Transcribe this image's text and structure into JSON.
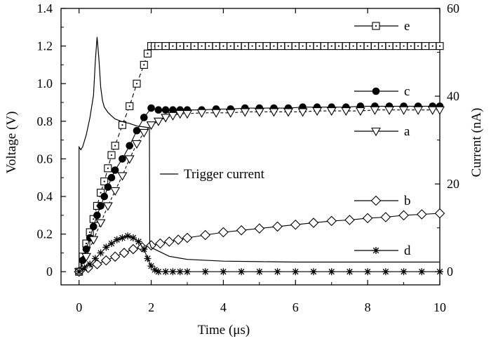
{
  "chart_data": {
    "type": "line",
    "title": "",
    "xlabel": "Time (μs)",
    "ylabel": "Voltage (V)",
    "y2label": "Current (nA)",
    "xlim": [
      -0.5,
      10
    ],
    "ylim": [
      -0.07,
      1.4
    ],
    "y2lim": [
      -3,
      60
    ],
    "xticks": [
      "0",
      "2",
      "4",
      "6",
      "8",
      "10"
    ],
    "xtick_values": [
      0,
      2,
      4,
      6,
      8,
      10
    ],
    "yticks": [
      "0",
      "0.2",
      "0.4",
      "0.6",
      "0.8",
      "1.0",
      "1.2",
      "1.4"
    ],
    "ytick_values": [
      0,
      0.2,
      0.4,
      0.6,
      0.8,
      1.0,
      1.2,
      1.4
    ],
    "y2ticks": [
      "0",
      "20",
      "40",
      "60"
    ],
    "y2tick_values": [
      0,
      20,
      40,
      60
    ],
    "grid": false,
    "legend_placement": "right",
    "series": [
      {
        "name": "e",
        "marker": "square-dot",
        "axis": "left",
        "x": [
          0,
          0.1,
          0.2,
          0.3,
          0.4,
          0.5,
          0.6,
          0.7,
          0.8,
          0.9,
          1.0,
          1.2,
          1.4,
          1.6,
          1.8,
          1.9,
          2.0,
          2.1,
          2.2,
          2.4,
          2.6,
          2.8,
          3.0,
          3.2,
          3.4,
          3.6,
          3.8,
          4.0,
          4.2,
          4.4,
          4.6,
          4.8,
          5.0,
          5.2,
          5.4,
          5.6,
          5.8,
          6.0,
          6.2,
          6.4,
          6.6,
          6.8,
          7.0,
          7.2,
          7.4,
          7.6,
          7.8,
          8.0,
          8.2,
          8.4,
          8.6,
          8.8,
          9.0,
          9.2,
          9.4,
          9.6,
          9.8,
          10.0
        ],
        "y": [
          0.0,
          0.08,
          0.15,
          0.21,
          0.28,
          0.35,
          0.42,
          0.48,
          0.55,
          0.62,
          0.67,
          0.78,
          0.88,
          1.0,
          1.1,
          1.16,
          1.2,
          1.2,
          1.2,
          1.2,
          1.2,
          1.2,
          1.2,
          1.2,
          1.2,
          1.2,
          1.2,
          1.2,
          1.2,
          1.2,
          1.2,
          1.2,
          1.2,
          1.2,
          1.2,
          1.2,
          1.2,
          1.2,
          1.2,
          1.2,
          1.2,
          1.2,
          1.2,
          1.2,
          1.2,
          1.2,
          1.2,
          1.2,
          1.2,
          1.2,
          1.2,
          1.2,
          1.2,
          1.2,
          1.2,
          1.2,
          1.2,
          1.2
        ]
      },
      {
        "name": "c",
        "marker": "filled-circle",
        "axis": "left",
        "x": [
          0,
          0.1,
          0.2,
          0.3,
          0.4,
          0.5,
          0.6,
          0.7,
          0.8,
          0.9,
          1.0,
          1.2,
          1.4,
          1.6,
          1.8,
          2.0,
          2.2,
          2.4,
          2.6,
          2.8,
          3.0,
          3.4,
          3.8,
          4.2,
          4.6,
          5.0,
          5.4,
          5.8,
          6.2,
          6.6,
          7.0,
          7.4,
          7.8,
          8.2,
          8.6,
          9.0,
          9.4,
          9.8,
          10.0
        ],
        "y": [
          0.0,
          0.06,
          0.12,
          0.18,
          0.24,
          0.3,
          0.35,
          0.4,
          0.45,
          0.5,
          0.54,
          0.6,
          0.67,
          0.75,
          0.82,
          0.87,
          0.86,
          0.86,
          0.86,
          0.86,
          0.86,
          0.86,
          0.865,
          0.865,
          0.87,
          0.87,
          0.87,
          0.87,
          0.875,
          0.875,
          0.875,
          0.875,
          0.88,
          0.88,
          0.88,
          0.88,
          0.88,
          0.88,
          0.88
        ]
      },
      {
        "name": "a",
        "marker": "down-triangle",
        "axis": "left",
        "x": [
          0,
          0.2,
          0.4,
          0.6,
          0.8,
          1.0,
          1.2,
          1.4,
          1.6,
          1.8,
          2.0,
          2.2,
          2.4,
          2.6,
          2.8,
          3.0,
          3.4,
          3.8,
          4.2,
          4.6,
          5.0,
          5.4,
          5.8,
          6.2,
          6.6,
          7.0,
          7.4,
          7.8,
          8.2,
          8.6,
          9.0,
          9.4,
          9.8,
          10.0
        ],
        "y": [
          0.0,
          0.08,
          0.17,
          0.26,
          0.35,
          0.43,
          0.51,
          0.6,
          0.68,
          0.74,
          0.78,
          0.8,
          0.82,
          0.83,
          0.84,
          0.84,
          0.845,
          0.845,
          0.845,
          0.85,
          0.85,
          0.85,
          0.85,
          0.85,
          0.855,
          0.855,
          0.855,
          0.855,
          0.86,
          0.86,
          0.86,
          0.86,
          0.86,
          0.86
        ]
      },
      {
        "name": "b",
        "marker": "diamond",
        "axis": "left",
        "x": [
          0,
          0.25,
          0.5,
          0.75,
          1.0,
          1.25,
          1.5,
          1.75,
          2.0,
          2.25,
          2.5,
          2.75,
          3.0,
          3.5,
          4.0,
          4.5,
          5.0,
          5.5,
          6.0,
          6.5,
          7.0,
          7.5,
          8.0,
          8.5,
          9.0,
          9.5,
          10.0
        ],
        "y": [
          0.0,
          0.02,
          0.04,
          0.06,
          0.08,
          0.1,
          0.12,
          0.13,
          0.14,
          0.15,
          0.16,
          0.17,
          0.18,
          0.195,
          0.21,
          0.22,
          0.23,
          0.24,
          0.25,
          0.26,
          0.27,
          0.275,
          0.285,
          0.29,
          0.3,
          0.305,
          0.31
        ]
      },
      {
        "name": "d",
        "marker": "asterisk",
        "axis": "left",
        "x": [
          0,
          0.15,
          0.3,
          0.45,
          0.6,
          0.75,
          0.9,
          1.05,
          1.2,
          1.35,
          1.5,
          1.65,
          1.8,
          1.9,
          2.0,
          2.1,
          2.2,
          2.4,
          2.6,
          2.8,
          3.0,
          3.5,
          4.0,
          4.5,
          5.0,
          5.5,
          6.0,
          6.5,
          7.0,
          7.5,
          8.0,
          8.5,
          9.0,
          9.5,
          10.0
        ],
        "y": [
          0.0,
          0.02,
          0.04,
          0.07,
          0.1,
          0.13,
          0.15,
          0.17,
          0.18,
          0.19,
          0.18,
          0.16,
          0.12,
          0.07,
          0.03,
          0.01,
          0.0,
          0.0,
          0.0,
          0.0,
          0.0,
          0.0,
          0.0,
          0.0,
          0.0,
          0.0,
          0.0,
          0.0,
          0.0,
          0.0,
          0.0,
          0.0,
          0.0,
          0.0,
          0.0
        ]
      },
      {
        "name": "Trigger current",
        "marker": "none",
        "axis": "right",
        "x": [
          0,
          0.0,
          0.05,
          0.1,
          0.2,
          0.3,
          0.4,
          0.45,
          0.5,
          0.55,
          0.6,
          0.65,
          0.7,
          0.8,
          0.9,
          1.0,
          1.2,
          1.4,
          1.6,
          1.8,
          1.95,
          1.96,
          2.0,
          2.5,
          3.0,
          4.0,
          5.0,
          6.0,
          7.0,
          8.0,
          9.0,
          10.0
        ],
        "y": [
          0,
          28.4,
          27.8,
          28.5,
          31.2,
          35.0,
          40.2,
          48.0,
          53.5,
          48.5,
          42.0,
          39.0,
          37.5,
          36.3,
          35.5,
          34.8,
          34.2,
          33.8,
          33.2,
          33.0,
          32.8,
          6.5,
          5.5,
          3.5,
          2.8,
          2.4,
          2.3,
          2.2,
          2.2,
          2.2,
          2.2,
          2.2
        ]
      }
    ],
    "annotations": [
      {
        "text": "Trigger current",
        "x": 2.45,
        "y": 0.675
      }
    ]
  }
}
